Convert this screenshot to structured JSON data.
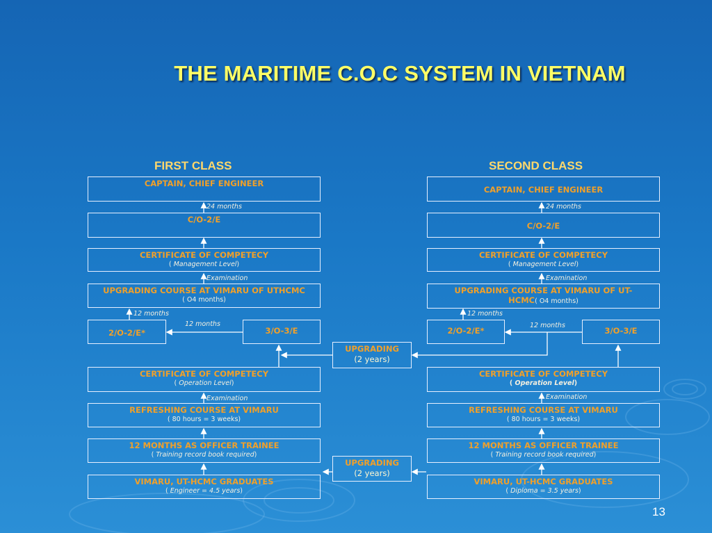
{
  "title": "THE MARITIME C.O.C SYSTEM IN VIETNAM",
  "page_number": "13",
  "columns": {
    "first": {
      "heading": "FIRST CLASS",
      "captain": "CAPTAIN, CHIEF ENGINEER",
      "co": "C/O-2/E",
      "coc_mgmt": {
        "main": "CERTIFICATE OF COMPETECY",
        "sub_open": "( ",
        "sub_italic": "Management Level",
        "sub_close": ")"
      },
      "upgrading_course": {
        "main": "UPGRADING COURSE AT VIMARU OF UTHCMC",
        "sub": "( O4 months)"
      },
      "second_officer": "2/O-2/E*",
      "third_officer": "3/O-3/E",
      "coc_oper": {
        "main": "CERTIFICATE OF COMPETECY",
        "sub_open": "( ",
        "sub_italic": "Operation Level",
        "sub_close": ")"
      },
      "refreshing": {
        "main": "REFRESHING COURSE AT VIMARU",
        "sub": "( 80 hours = 3 weeks)"
      },
      "trainee": {
        "main": "12 MONTHS AS OFFICER TRAINEE",
        "sub_open": "( ",
        "sub_italic": "Training record book required",
        "sub_close": ")"
      },
      "graduates": {
        "main": "VIMARU, UT-HCMC GRADUATES",
        "sub_open": "( ",
        "sub_italic": "Engineer = 4.5 years",
        "sub_close": ")"
      },
      "labels": {
        "months24": "24 months",
        "exam1": "Examination",
        "months12_up": "12 months",
        "months12_side": "12 months",
        "exam2": "Examination"
      }
    },
    "second": {
      "heading": "SECOND CLASS",
      "captain": "CAPTAIN, CHIEF ENGINEER",
      "co": "C/O-2/E",
      "coc_mgmt": {
        "main": "CERTIFICATE OF COMPETECY",
        "sub_open": "( ",
        "sub_italic": "Management Level",
        "sub_close": ")"
      },
      "upgrading_course": {
        "main1": "UPGRADING COURSE AT VIMARU OF UT-",
        "main2": "HCMC",
        "sub": "( O4 months)"
      },
      "second_officer": "2/O-2/E*",
      "third_officer": "3/O-3/E",
      "coc_oper": {
        "main": "CERTIFICATE OF COMPETECY",
        "sub_open": "( ",
        "sub_italic": "Operation Level",
        "sub_close": ")"
      },
      "refreshing": {
        "main": "REFRESHING COURSE AT VIMARU",
        "sub": "( 80 hours = 3 weeks)"
      },
      "trainee": {
        "main": "12 MONTHS AS OFFICER TRAINEE",
        "sub_open": "( ",
        "sub_italic": "Training record book required",
        "sub_close": ")"
      },
      "graduates": {
        "main": "VIMARU, UT-HCMC GRADUATES",
        "sub_open": "( ",
        "sub_italic": "Diploma = 3.5 years",
        "sub_close": ")"
      },
      "labels": {
        "months24": "24 months",
        "exam1": "Examination",
        "months12_up": "12 months",
        "months12_side": "12 months",
        "exam2": "Examination"
      }
    }
  },
  "upgrading_top": {
    "label": "UPGRADING",
    "duration": "(2 years)"
  },
  "upgrading_bottom": {
    "label": "UPGRADING",
    "duration": "(2 years)"
  }
}
